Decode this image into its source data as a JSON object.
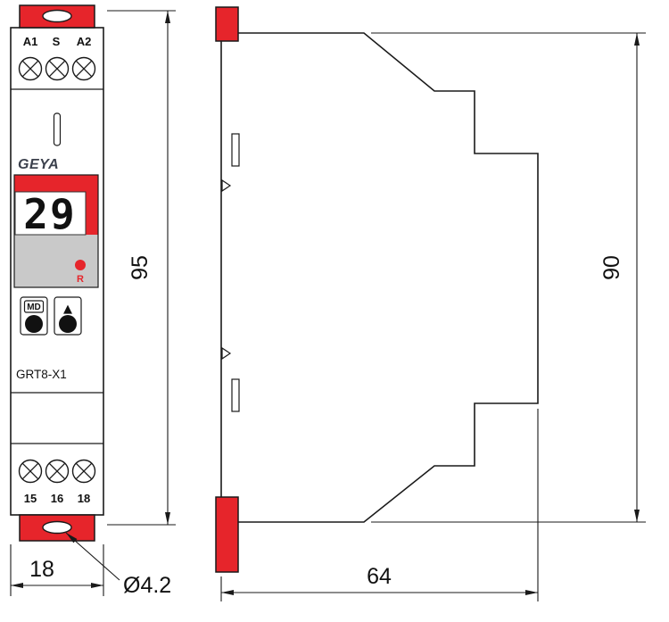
{
  "drawing": {
    "front_view": {
      "logo": "GEYA",
      "top_terminals": [
        "A1",
        "S",
        "A2"
      ],
      "bottom_terminals": [
        "15",
        "16",
        "18"
      ],
      "display_value": "29",
      "indicator_label": "R",
      "mode_button_label": "MD",
      "up_button_label": "▲",
      "model": "GRT8-X1"
    },
    "dimensions": {
      "front_height": "95",
      "front_width": "18",
      "hole_diameter": "Ø4.2",
      "side_height": "90",
      "side_depth": "64"
    },
    "colors": {
      "accent_red": "#e6252b",
      "panel_gray": "#c9c9c9",
      "led_red": "#e6252b"
    }
  }
}
